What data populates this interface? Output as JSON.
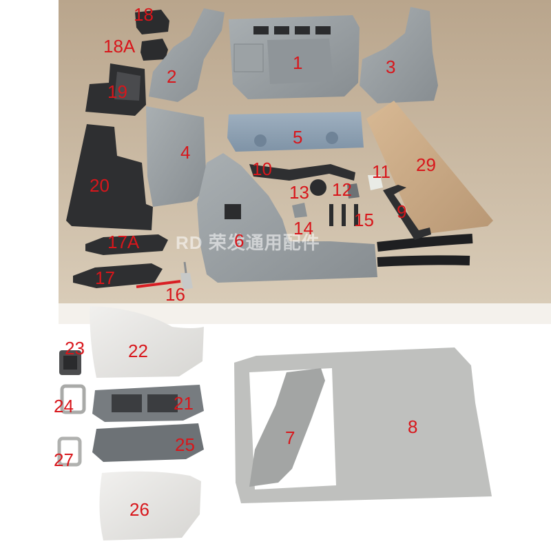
{
  "watermark": {
    "text": "RD 荣发通用配件"
  },
  "colors": {
    "label": "#d8161b",
    "wall_top": "#c5b199",
    "floor": "#ffffff",
    "grey_plastic": "#9aa0a3",
    "blue_grey": "#8a9cad",
    "black_part": "#2b2c2e",
    "beige_part": "#c7a683",
    "white_part": "#e9e8e6"
  },
  "labels": [
    {
      "id": "1",
      "text": "1"
    },
    {
      "id": "2",
      "text": "2"
    },
    {
      "id": "3",
      "text": "3"
    },
    {
      "id": "4",
      "text": "4"
    },
    {
      "id": "5",
      "text": "5"
    },
    {
      "id": "6",
      "text": "6"
    },
    {
      "id": "7",
      "text": "7"
    },
    {
      "id": "8",
      "text": "8"
    },
    {
      "id": "9",
      "text": "9"
    },
    {
      "id": "10",
      "text": "10"
    },
    {
      "id": "11",
      "text": "11"
    },
    {
      "id": "12",
      "text": "12"
    },
    {
      "id": "13",
      "text": "13"
    },
    {
      "id": "14",
      "text": "14"
    },
    {
      "id": "15",
      "text": "15"
    },
    {
      "id": "16",
      "text": "16"
    },
    {
      "id": "17",
      "text": "17"
    },
    {
      "id": "17A",
      "text": "17A"
    },
    {
      "id": "18",
      "text": "18"
    },
    {
      "id": "18A",
      "text": "18A"
    },
    {
      "id": "19",
      "text": "19"
    },
    {
      "id": "20",
      "text": "20"
    },
    {
      "id": "21",
      "text": "21"
    },
    {
      "id": "22",
      "text": "22"
    },
    {
      "id": "23",
      "text": "23"
    },
    {
      "id": "24",
      "text": "24"
    },
    {
      "id": "25",
      "text": "25"
    },
    {
      "id": "26",
      "text": "26"
    },
    {
      "id": "27",
      "text": "27"
    },
    {
      "id": "29",
      "text": "29"
    }
  ]
}
